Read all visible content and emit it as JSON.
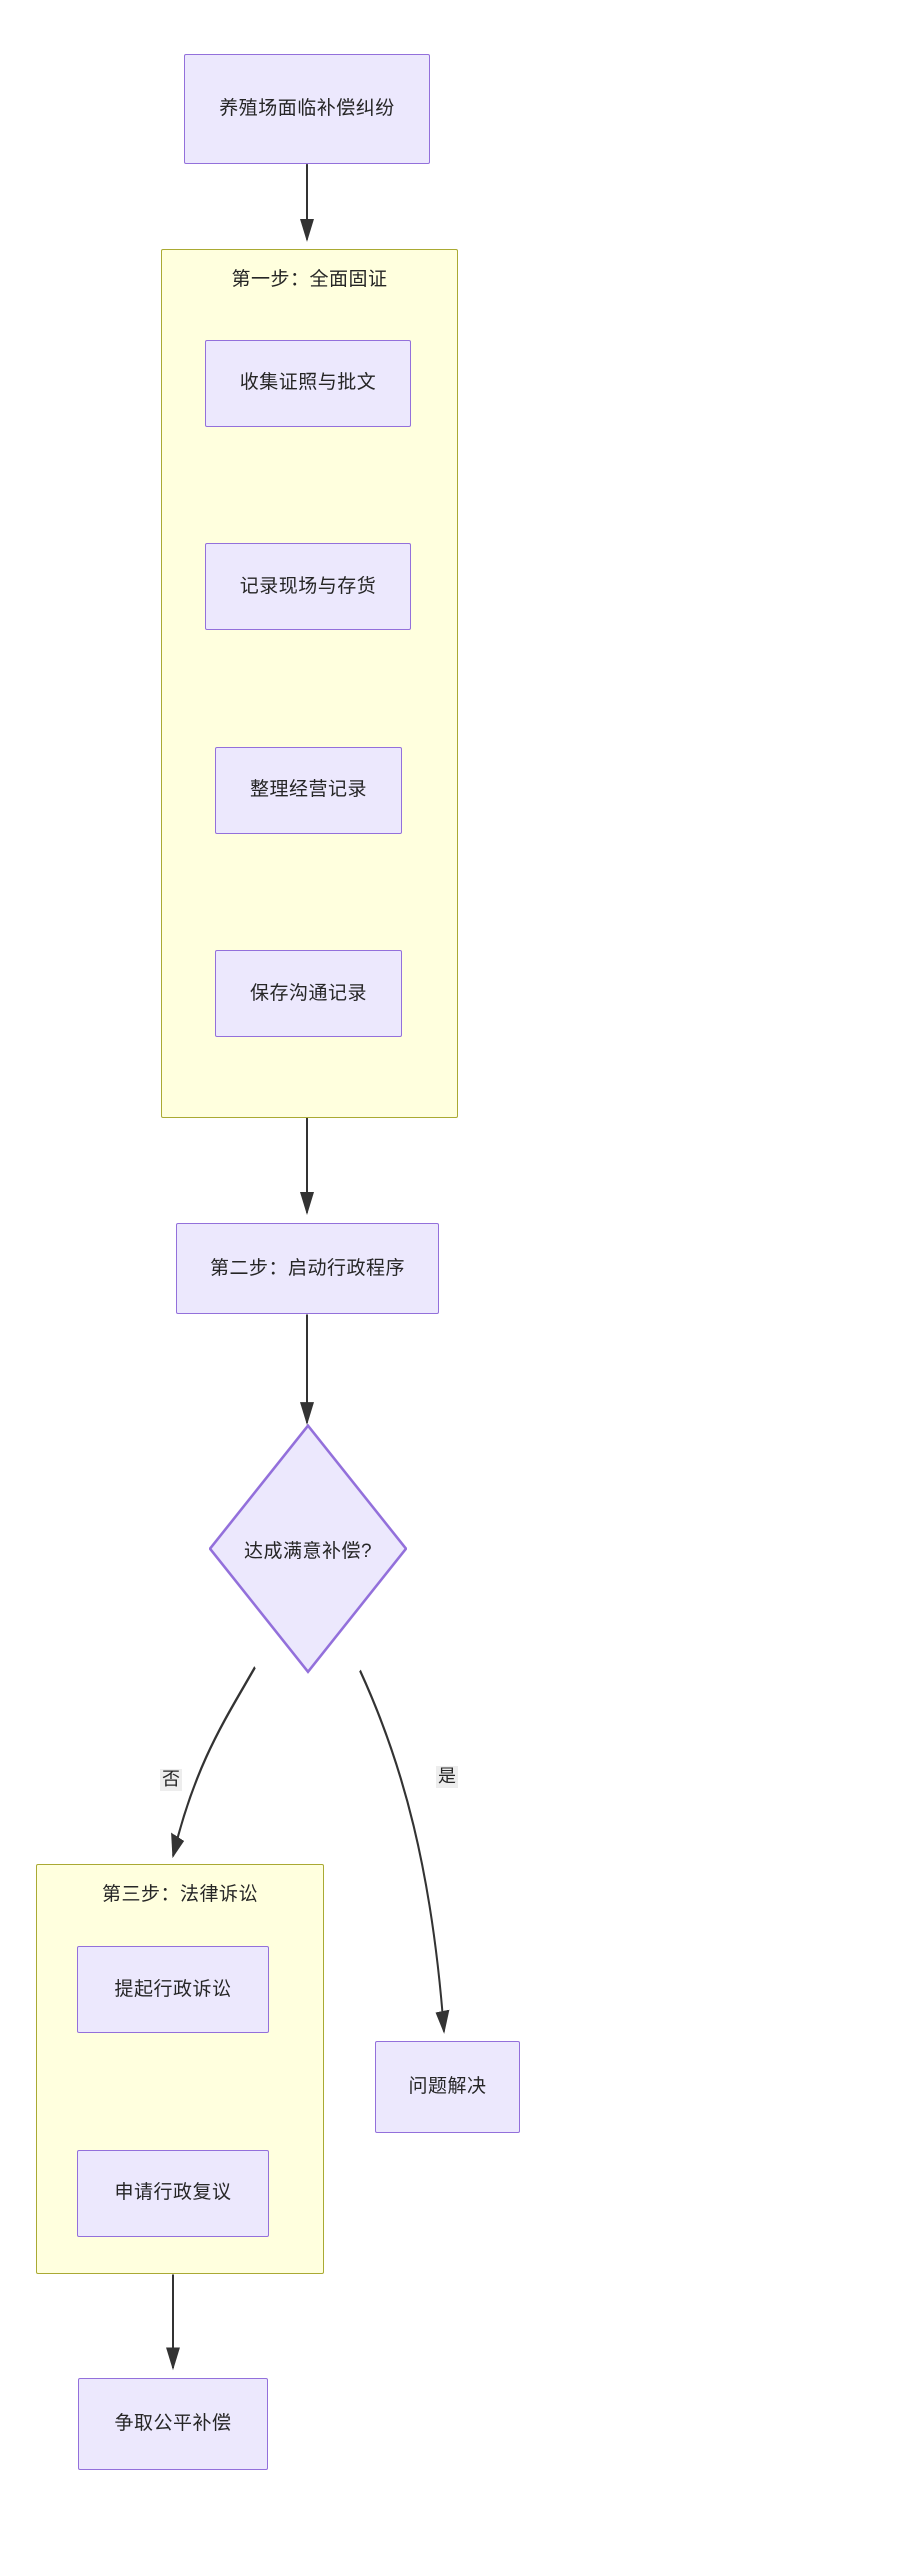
{
  "diagram": {
    "type": "flowchart",
    "direction": "top-to-bottom",
    "theme": {
      "node_fill": "#ECE8FD",
      "node_stroke": "#9370DB",
      "cluster_fill": "#FFFFDE",
      "cluster_stroke": "#AAAA33",
      "edge_stroke": "#333333",
      "text_color": "#262626",
      "edge_label_bg": "#EDEDED",
      "background": "#FFFFFF"
    }
  },
  "nodes": {
    "start": {
      "label": "养殖场面临补偿纠纷",
      "shape": "rect"
    },
    "step1_item1": {
      "label": "收集证照与批文",
      "shape": "rect"
    },
    "step1_item2": {
      "label": "记录现场与存货",
      "shape": "rect"
    },
    "step1_item3": {
      "label": "整理经营记录",
      "shape": "rect"
    },
    "step1_item4": {
      "label": "保存沟通记录",
      "shape": "rect"
    },
    "step2": {
      "label": "第二步：启动行政程序",
      "shape": "rect"
    },
    "decision": {
      "label": "达成满意补偿?",
      "shape": "diamond"
    },
    "step3_item1": {
      "label": "提起行政诉讼",
      "shape": "rect"
    },
    "step3_item2": {
      "label": "申请行政复议",
      "shape": "rect"
    },
    "resolved": {
      "label": "问题解决",
      "shape": "rect"
    },
    "fair_comp": {
      "label": "争取公平补偿",
      "shape": "rect"
    }
  },
  "clusters": {
    "step1": {
      "label": "第一步：全面固证"
    },
    "step3": {
      "label": "第三步：法律诉讼"
    }
  },
  "edges": [
    {
      "from": "start",
      "to": "step1",
      "label": ""
    },
    {
      "from": "step1",
      "to": "step2",
      "label": ""
    },
    {
      "from": "step2",
      "to": "decision",
      "label": ""
    },
    {
      "from": "decision",
      "to": "step3",
      "label": "否"
    },
    {
      "from": "decision",
      "to": "resolved",
      "label": "是"
    },
    {
      "from": "step3",
      "to": "fair_comp",
      "label": ""
    }
  ],
  "edge_labels": {
    "no": "否",
    "yes": "是"
  }
}
